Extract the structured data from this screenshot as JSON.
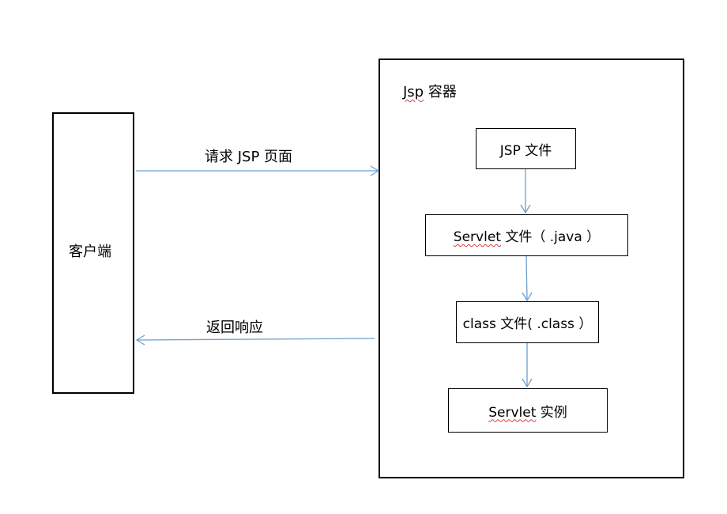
{
  "client": {
    "label": "客户端"
  },
  "container": {
    "title_jsp": "Jsp",
    "title_rest": " 容器"
  },
  "request": {
    "label": "请求 JSP 页面"
  },
  "response": {
    "label": "返回响应"
  },
  "nodes": {
    "jsp_file": {
      "label": "JSP 文件"
    },
    "servlet_file": {
      "word": "Servlet",
      "rest": " 文件（ .java ）"
    },
    "class_file": {
      "label": "class 文件( .class ）"
    },
    "servlet_instance": {
      "word": "Servlet",
      "rest": " 实例"
    }
  },
  "colors": {
    "arrow": "#6e9fcf",
    "border": "#000000"
  }
}
